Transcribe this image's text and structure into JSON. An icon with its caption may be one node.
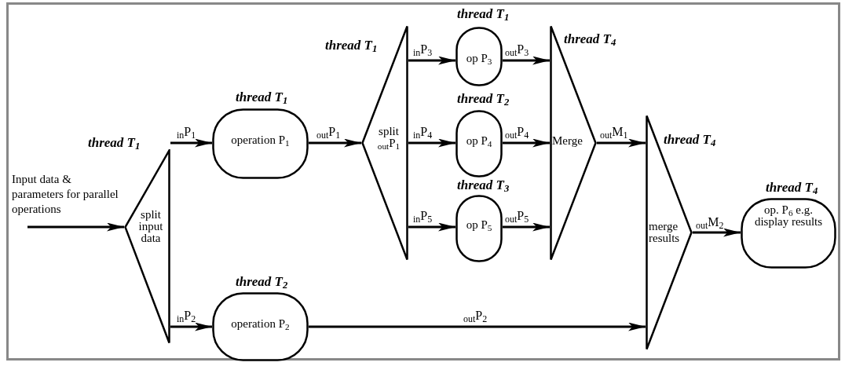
{
  "diagram": {
    "nodes": [
      {
        "text": [
          "thread T$_{1}$",
          "split input data"
        ]
      },
      {
        "text": [
          "thread T$_{1}$",
          "operation P$_{1}$"
        ]
      },
      {
        "text": [
          "thread T$_{2}$",
          "operation P$_{2}$"
        ]
      },
      {
        "text": [
          "thread T$_{1}$",
          "split $_{out}$P$_{1}$"
        ]
      },
      {
        "text": [
          "thread T$_{1}$",
          "op P$_{3}$"
        ]
      },
      {
        "text": [
          "thread T$_{2}$",
          "op P$_{4}$"
        ]
      },
      {
        "text": [
          "thread T$_{3}$",
          "op P$_{5}$"
        ]
      },
      {
        "text": [
          "thread T$_{4}$",
          "Merge"
        ]
      },
      {
        "text": [
          "thread T$_{4}$",
          "merge results"
        ]
      },
      {
        "text": [
          "thread T$_{4}$",
          "op. P$_{6}$ e.g. display results"
        ]
      }
    ],
    "edges": [
      {
        "from": null,
        "to": 0,
        "arrow": "to"
      },
      {
        "from": 0,
        "to": 1,
        "arrow": "to",
        "label": "$_{in}$P$_{1}$"
      },
      {
        "from": 0,
        "to": 2,
        "arrow": "to",
        "label": "$_{in}$P$_{2}$"
      },
      {
        "from": 1,
        "to": 3,
        "arrow": "to",
        "label": "$_{out}$P$_{1}$"
      },
      {
        "from": 3,
        "to": 4,
        "arrow": "to",
        "label": "$_{in}$P$_{3}$"
      },
      {
        "from": 3,
        "to": 5,
        "arrow": "to",
        "label": "$_{in}$P$_{4}$"
      },
      {
        "from": 3,
        "to": 6,
        "arrow": "to",
        "label": "$_{in}$P$_{5}$"
      },
      {
        "from": 4,
        "to": 7,
        "arrow": "to",
        "label": "$_{out}$P$_{3}$"
      },
      {
        "from": 5,
        "to": 7,
        "arrow": "to",
        "label": "$_{out}$P$_{4}$"
      },
      {
        "from": 6,
        "to": 7,
        "arrow": "to",
        "label": "$_{out}$P$_{5}$"
      },
      {
        "from": 7,
        "to": 8,
        "arrow": "to",
        "label": "$_{out}$M$_{1}$"
      },
      {
        "from": 2,
        "to": 8,
        "arrow": "to",
        "label": "$_{out}$P$_{2}$"
      },
      {
        "from": 8,
        "to": 9,
        "arrow": "to",
        "label": "$_{out}$M$_{2}$"
      }
    ],
    "labels": [
      "Input data & parameters for parallel operations"
    ]
  }
}
